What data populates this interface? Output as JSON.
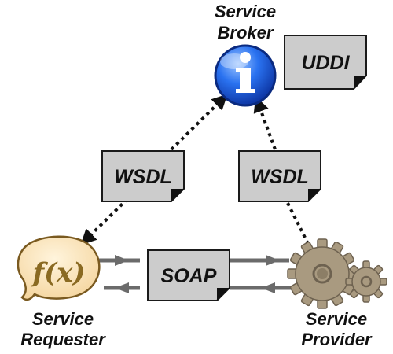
{
  "nodes": {
    "broker": {
      "line1": "Service",
      "line2": "Broker"
    },
    "requester": {
      "line1": "Service",
      "line2": "Requester",
      "function_text": "f(x)"
    },
    "provider": {
      "line1": "Service",
      "line2": "Provider"
    }
  },
  "documents": {
    "uddi": "UDDI",
    "wsdl_left": "WSDL",
    "wsdl_right": "WSDL",
    "soap": "SOAP"
  },
  "colors": {
    "doc_fill": "#cccccc",
    "doc_stroke": "#1a1a1a",
    "broker_blue": "#1e64e6",
    "bubble_fill": "#fbe3b6",
    "bubble_text": "#8a6a22",
    "gear_fill": "#a99a80",
    "arrow_gray": "#6b6b6b"
  },
  "icons": {
    "broker": "info-icon",
    "requester": "speech-bubble-icon",
    "provider": "gears-icon"
  }
}
